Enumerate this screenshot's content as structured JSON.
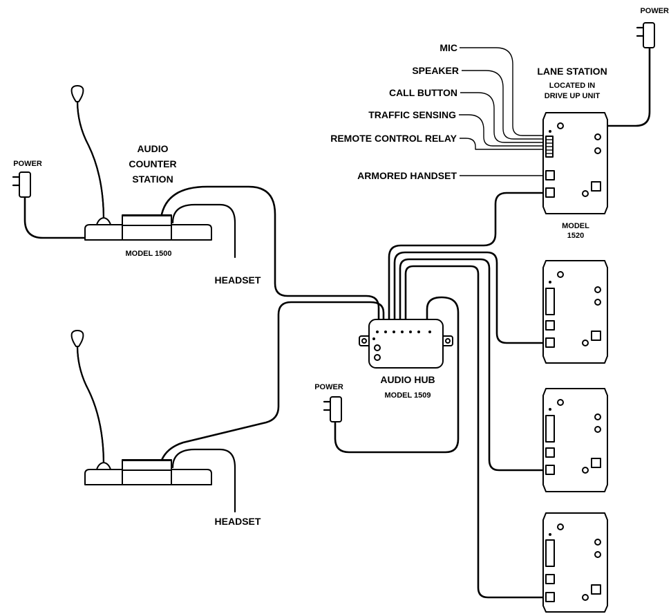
{
  "labels": {
    "power_top": "POWER",
    "mic": "MIC",
    "speaker": "SPEAKER",
    "call_button": "CALL BUTTON",
    "traffic_sensing": "TRAFFIC SENSING",
    "remote_control_relay": "REMOTE CONTROL RELAY",
    "armored_handset": "ARMORED HANDSET",
    "lane_station_title": "LANE STATION",
    "lane_station_sub1": "LOCATED IN",
    "lane_station_sub2": "DRIVE UP UNIT",
    "lane_model_line1": "MODEL",
    "lane_model_line2": "1520",
    "audio_counter_1": "AUDIO",
    "audio_counter_2": "COUNTER",
    "audio_counter_3": "STATION",
    "power_left": "POWER",
    "counter_model": "MODEL 1500",
    "headset_1": "HEADSET",
    "headset_2": "HEADSET",
    "power_hub": "POWER",
    "hub_title": "AUDIO HUB",
    "hub_model": "MODEL 1509"
  }
}
